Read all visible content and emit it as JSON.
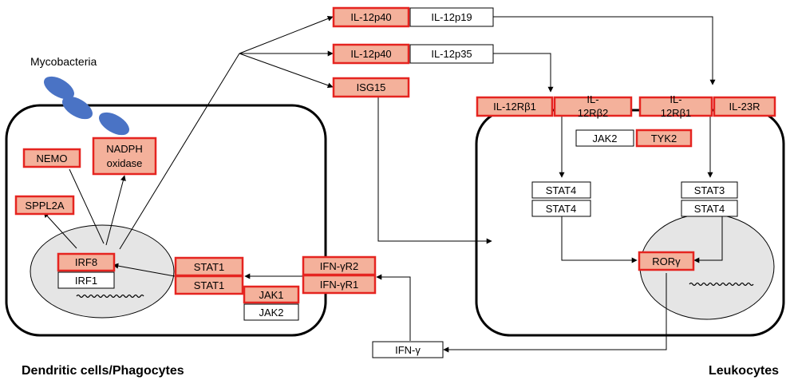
{
  "labels": {
    "mycobacteria": "Mycobacteria",
    "left_cell": "Dendritic cells/Phagocytes",
    "right_cell": "Leukocytes"
  },
  "colors": {
    "highlight_fill": "#F4B19B",
    "highlight_stroke": "#E52420",
    "plain_fill": "#FFFFFF",
    "plain_stroke": "#000000",
    "bacteria": "#4A73C5",
    "nucleus": "#E5E5E5"
  },
  "nodes": {
    "il12p40_a": "IL-12p40",
    "il12p19": "IL-12p19",
    "il12p40_b": "IL-12p40",
    "il12p35": "IL-12p35",
    "isg15": "ISG15",
    "il12rb1_left": "IL-12Rβ1",
    "il12rb2_l1": "IL-",
    "il12rb2_l2": "12Rβ2",
    "il12rb1_mid_l1": "IL-",
    "il12rb1_mid_l2": "12Rβ1",
    "il23r": "IL-23R",
    "jak2_right": "JAK2",
    "tyk2": "TYK2",
    "stat4_a": "STAT4",
    "stat4_b": "STAT4",
    "stat3": "STAT3",
    "stat4_c": "STAT4",
    "rorg": "RORγ",
    "nemo": "NEMO",
    "nadph_l1": "NADPH",
    "nadph_l2": "oxidase",
    "sppl2a": "SPPL2A",
    "irf8": "IRF8",
    "irf1": "IRF1",
    "stat1_a": "STAT1",
    "stat1_b": "STAT1",
    "ifngr2": "IFN-γR2",
    "ifngr1": "IFN-γR1",
    "jak1": "JAK1",
    "jak2_left": "JAK2",
    "ifng": "IFN-γ"
  }
}
